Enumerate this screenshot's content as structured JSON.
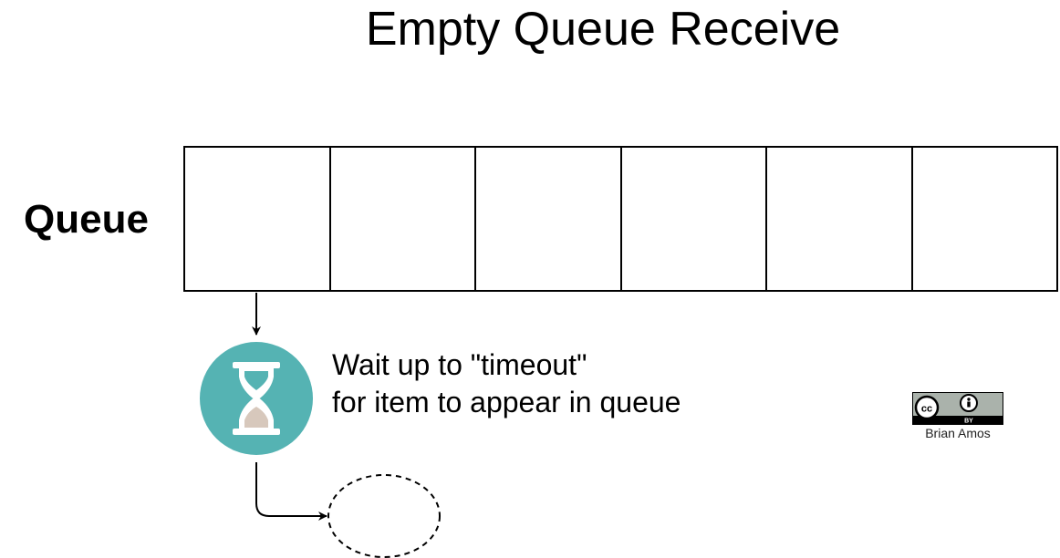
{
  "title": "Empty Queue Receive",
  "queue": {
    "label": "Queue",
    "slot_count": 6
  },
  "wait": {
    "line1": "Wait up to \"timeout\"",
    "line2": "for item to appear in queue",
    "icon": "hourglass-icon"
  },
  "license": {
    "badge_text": "BY",
    "author": "Brian Amos",
    "icon": "creative-commons-by-icon"
  },
  "colors": {
    "icon_circle": "#55b3b3",
    "hourglass_sand": "#d7c8bc",
    "badge_bg": "#aab2ab"
  }
}
